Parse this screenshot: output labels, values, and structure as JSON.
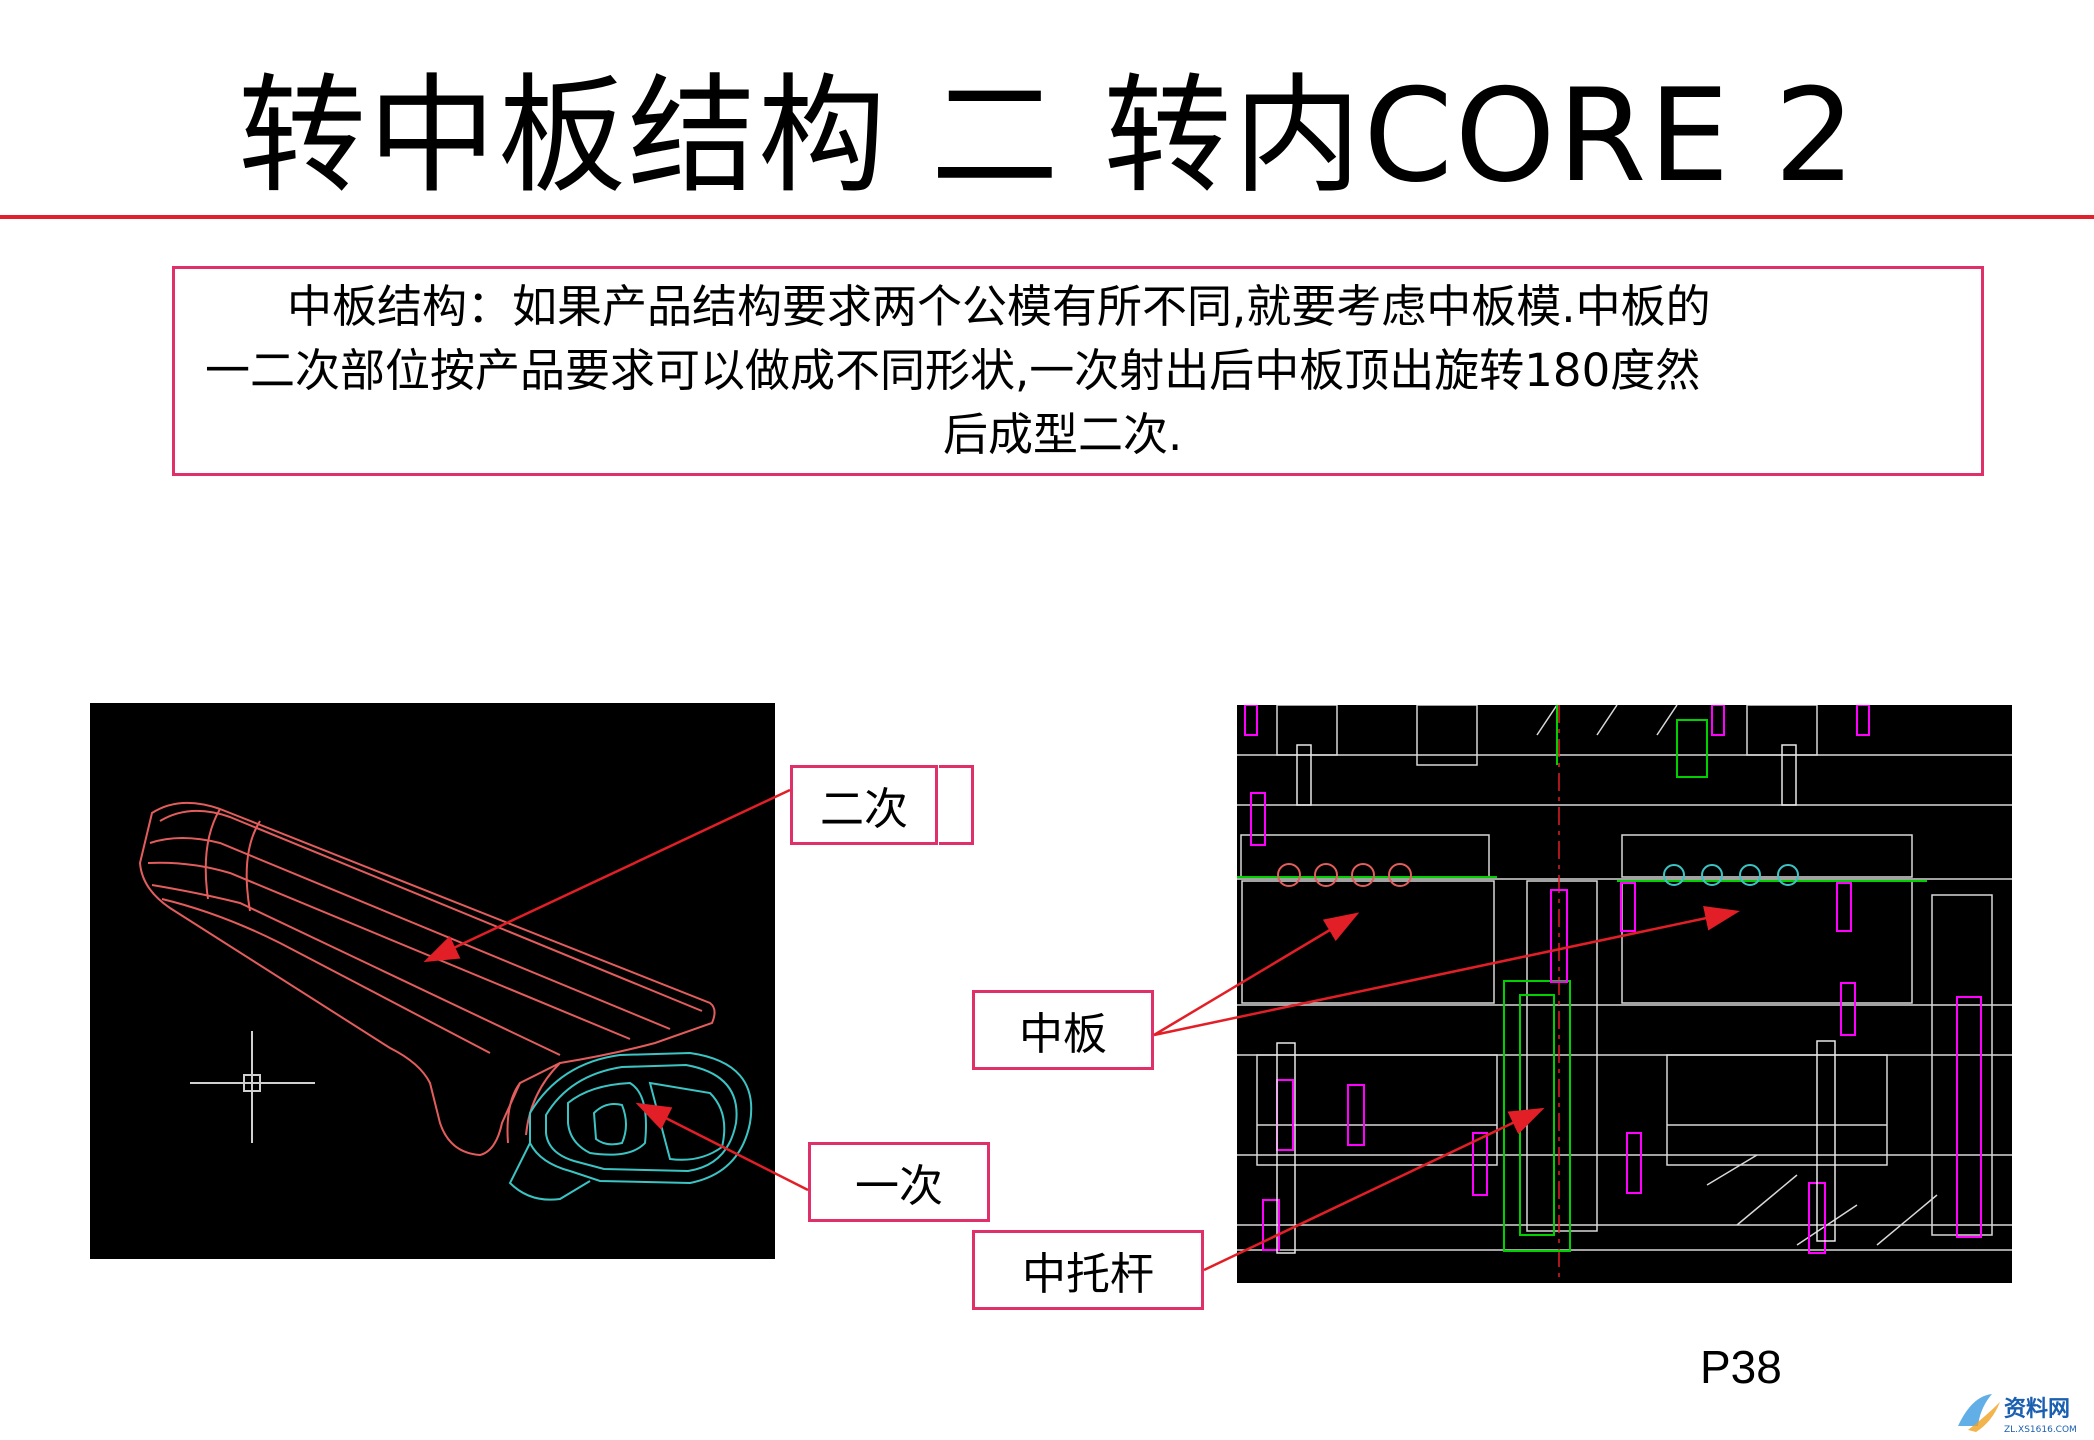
{
  "slide": {
    "title": "转中板结构 二 转内CORE 2",
    "description_lines": [
      "中板结构：如果产品结构要求两个公模有所不同,就要考虑中板模.中板的",
      "一二次部位按产品要求可以做成不同形状,一次射出后中板顶出旋转180度然",
      "后成型二次."
    ],
    "callouts": {
      "second_shot": "二次",
      "first_shot": "一次",
      "middle_plate": "中板",
      "middle_support_rod": "中托杆"
    },
    "page_number": "P38",
    "watermark": {
      "brand": "资料网",
      "url": "ZL.XS1616.COM"
    }
  },
  "colors": {
    "title_rule": "#e0202a",
    "box_border": "#e0306a",
    "arrow": "#e21e26",
    "product_wire_red": "#e35d5d",
    "product_wire_cyan": "#3cc4c4",
    "cad_magenta": "#ff00ff",
    "cad_green": "#00d000",
    "cad_white": "#e8e8e8"
  },
  "icons": {
    "cursor": "crosshair-icon",
    "watermark": "watermark-logo-icon"
  }
}
